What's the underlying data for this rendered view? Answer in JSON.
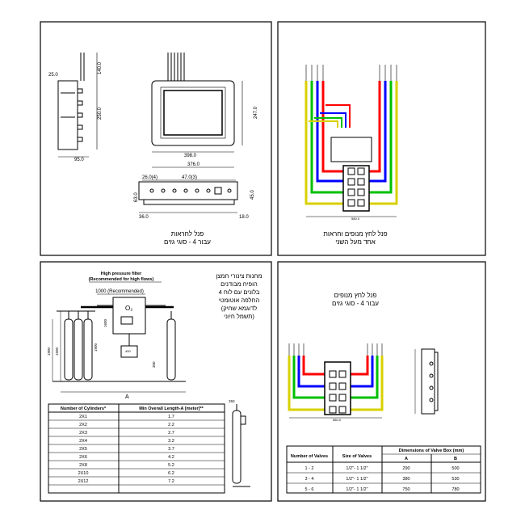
{
  "panel_tl": {
    "title_line1": "פנל לחראות",
    "title_line2": "עבור 4 - סוגי גזים",
    "dims": {
      "d_25": "25.0",
      "d_140": "140.0",
      "d_250": "250.0",
      "d_95": "95.0",
      "d_398": "398.0",
      "d_247": "247.0",
      "d_376": "376.0",
      "d_26": "26.0(4)",
      "d_47": "47.0(3)",
      "d_63": "63.0",
      "d_45": "45.0",
      "d_36": "36.0",
      "d_18": "18.0"
    }
  },
  "panel_tr": {
    "title_line1": "פנל לחץ מנופים וחראות",
    "title_line2": "אחד מעל השני",
    "bottom_dim": "580.0",
    "wire_colors": {
      "yellow": "#d8d000",
      "green": "#00c000",
      "blue": "#0000ff",
      "red": "#ff0000"
    }
  },
  "panel_bl": {
    "filter_label_line1": "High pressure filter",
    "filter_label_line2": "(Recommended for high flows)",
    "rec_label": "1000 (Recommended)",
    "gas": "O₂",
    "hebrew_note": [
      "מחנות צינורי חמצן",
      "הופיח מבודנים",
      "4 בלונים עם לוח",
      "החלפה אוטומטי",
      "(לדוגמא שחיק",
      "תשמל חיוני)"
    ],
    "dims": {
      "h1": "1500",
      "h2": "1900",
      "h3": "1900",
      "h4": "400",
      "h5": "1600",
      "h6": "300",
      "a": "A",
      "small": "250"
    },
    "table": {
      "headers": [
        "Number of Cylinders*",
        "Min Overall Length-A [meter]**"
      ],
      "rows": [
        [
          "2X1",
          "1.7"
        ],
        [
          "2X2",
          "2.2"
        ],
        [
          "2X3",
          "2.7"
        ],
        [
          "2X4",
          "3.2"
        ],
        [
          "2X5",
          "3.7"
        ],
        [
          "2X6",
          "4.2"
        ],
        [
          "2X8",
          "5.2"
        ],
        [
          "2X10",
          "6.2"
        ],
        [
          "2X12",
          "7.2"
        ]
      ]
    }
  },
  "panel_br": {
    "title_line1": "פנל לחץ מנופים",
    "title_line2": "עבור 4 - סוגי גזים",
    "bottom_dim": "580.0",
    "table": {
      "header_top": "Dimensions of Valve Box (mm)",
      "headers": [
        "Number of Valves",
        "Size of Valves",
        "A",
        "B"
      ],
      "rows": [
        [
          "1 - 2",
          "1/2\"- 1 1/2\"",
          "290",
          "500"
        ],
        [
          "3 - 4",
          "1/2\"- 1 1/2\"",
          "380",
          "530"
        ],
        [
          "5 - 6",
          "1/2\"- 1 1/2\"",
          "750",
          "780"
        ]
      ]
    }
  }
}
